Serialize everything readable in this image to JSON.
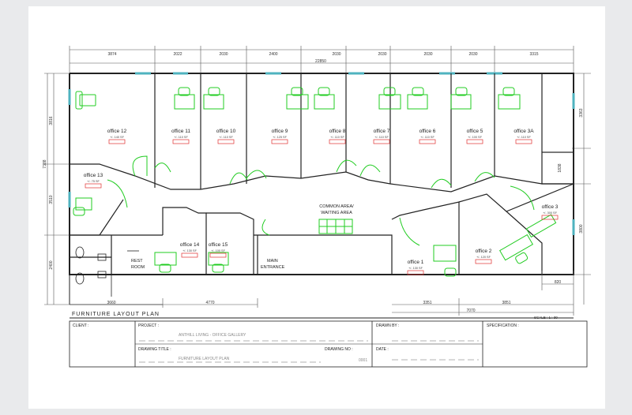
{
  "dimensions": {
    "top": [
      "3874",
      "2022",
      "2030",
      "2400",
      "2030",
      "2030",
      "2030",
      "2030",
      "3315"
    ],
    "overall": "22850",
    "left": [
      "3816",
      "7388",
      "3510",
      "2400"
    ],
    "right": [
      "3363",
      "1838",
      "3800"
    ],
    "bottom": [
      "3660",
      "4770",
      "3351",
      "3851",
      "7070",
      "820"
    ]
  },
  "offices": [
    {
      "name": "office 12",
      "area": "+/- 140 SF"
    },
    {
      "name": "office 11",
      "area": "+/- 110 SF"
    },
    {
      "name": "office 10",
      "area": "+/- 110 SF"
    },
    {
      "name": "office 9",
      "area": "+/- 125 SF"
    },
    {
      "name": "office 8",
      "area": "+/- 110 SF"
    },
    {
      "name": "office 7",
      "area": "+/- 110 SF"
    },
    {
      "name": "office 6",
      "area": "+/- 110 SF"
    },
    {
      "name": "office 5",
      "area": "+/- 100 SF"
    },
    {
      "name": "office 3A",
      "area": "+/- 110 SF"
    },
    {
      "name": "office 13",
      "area": "+/- 75 SF"
    },
    {
      "name": "office 14",
      "area": "+/- 130 SF"
    },
    {
      "name": "office 15",
      "area": "+/- 100 SF"
    },
    {
      "name": "office 3",
      "area": "+/- 300 SF"
    },
    {
      "name": "office 2",
      "area": "+/- 120 SF"
    },
    {
      "name": "office 1",
      "area": "+/- 130 SF"
    }
  ],
  "labels": {
    "common_area_1": "COMMON AREA/",
    "common_area_2": "WAITING AREA",
    "rest_1": "REST",
    "rest_2": "ROOM",
    "main_1": "MAIN",
    "main_2": "ENTRANCE"
  },
  "title_block": {
    "heading": "FURNITURE LAYOUT PLAN",
    "scale": "SCALE : 1 : 30",
    "client": "CLIENT :",
    "project": "PROJECT :",
    "project_value": "ANTHILL LIVING - OFFICE GALLERY",
    "drawing_title": "DRAWING TITLE :",
    "drawing_title_value": "FURNITURE LAYOUT PLAN",
    "drawing_no": "DRAWING NO :",
    "drawing_no_value": "0001",
    "drawn_by": "DRAWN BY :",
    "date": "DATE :",
    "specification": "SPECIFICATION :"
  },
  "colors": {
    "wall": "#222222",
    "furniture": "#22cc22",
    "door": "#22cc22",
    "window": "#4fb3bf",
    "tag": "#e03030",
    "dim": "#555555"
  }
}
